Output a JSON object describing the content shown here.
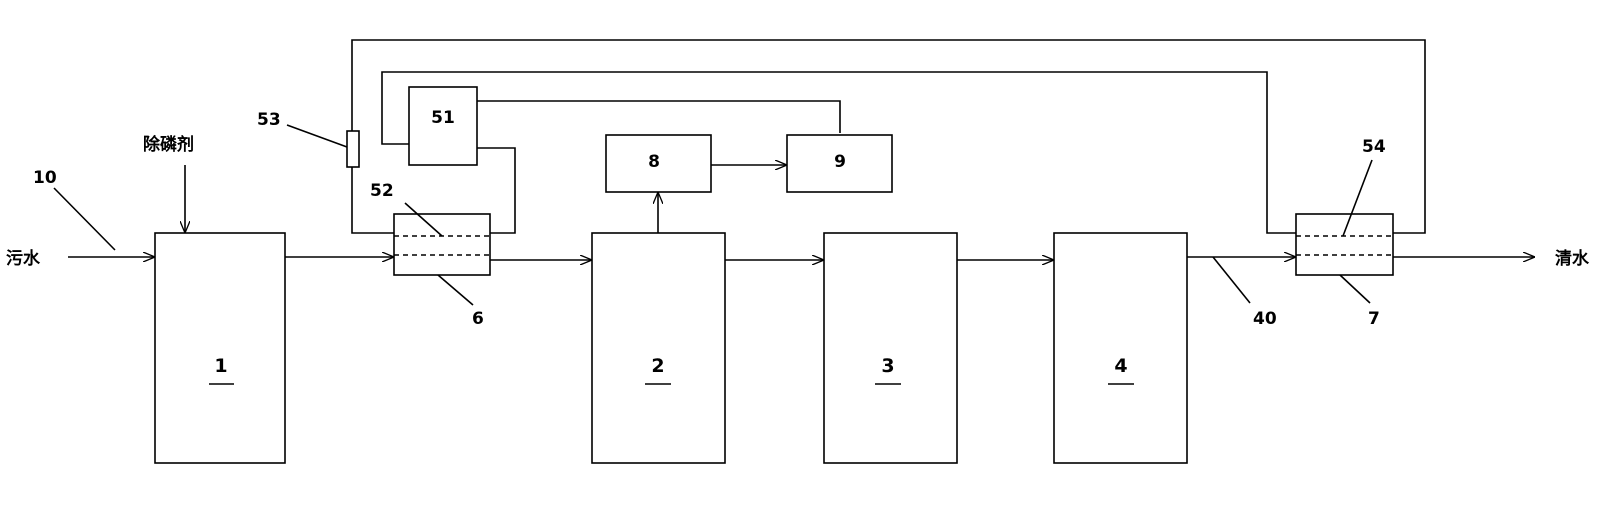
{
  "labels": {
    "inlet": "污水",
    "outlet": "清水",
    "dosing": "除磷剂"
  },
  "callouts": {
    "c10": "10",
    "c53": "53",
    "c52": "52",
    "c51": "51",
    "c6": "6",
    "c54": "54",
    "c40": "40",
    "c7": "7"
  },
  "units": {
    "u1": "1",
    "u2": "2",
    "u3": "3",
    "u4": "4",
    "u8": "8",
    "u9": "9"
  }
}
